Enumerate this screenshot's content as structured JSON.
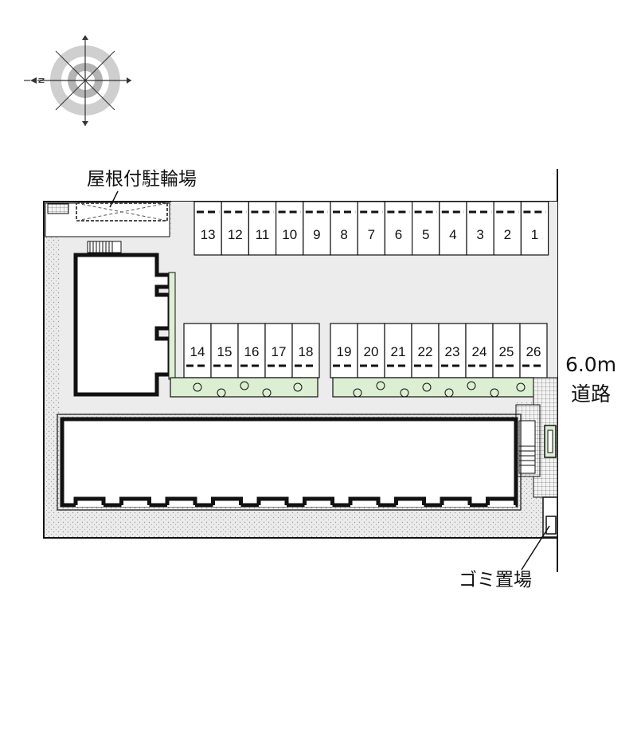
{
  "compass": {
    "north_letter": "N"
  },
  "labels": {
    "bicycle_parking": "屋根付駐輪場",
    "road_width": "6.0m",
    "road": "道路",
    "garbage": "ゴミ置場"
  },
  "parking": {
    "top_row": [
      "13",
      "12",
      "11",
      "10",
      "9",
      "8",
      "7",
      "6",
      "5",
      "4",
      "3",
      "2",
      "1"
    ],
    "bottom_left": [
      "14",
      "15",
      "16",
      "17",
      "18"
    ],
    "bottom_right": [
      "19",
      "20",
      "21",
      "22",
      "23",
      "24",
      "25",
      "26"
    ]
  },
  "colors": {
    "lot": "#ececec",
    "planting": "#dcefd2",
    "sidewalk_dots": "#e9e9e9",
    "line": "#111111"
  }
}
